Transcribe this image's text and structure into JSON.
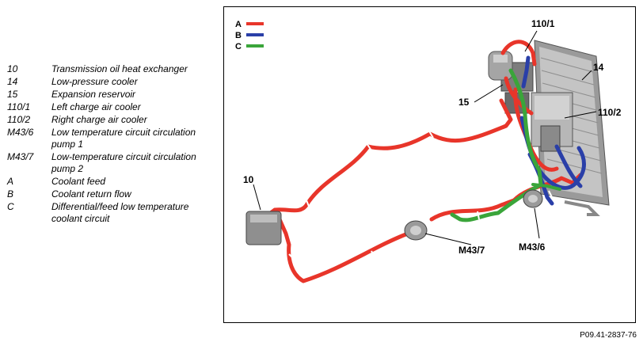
{
  "legend": [
    {
      "code": "10",
      "desc": "Transmission oil heat exchanger"
    },
    {
      "code": "14",
      "desc": "Low-pressure cooler"
    },
    {
      "code": "15",
      "desc": "Expansion reservoir"
    },
    {
      "code": "110/1",
      "desc": "Left charge air cooler"
    },
    {
      "code": "110/2",
      "desc": "Right charge air cooler"
    },
    {
      "code": "M43/6",
      "desc": "Low temperature circuit circulation pump 1"
    },
    {
      "code": "M43/7",
      "desc": "Low-temperature circuit circulation pump 2"
    },
    {
      "code": "A",
      "desc": "Coolant feed"
    },
    {
      "code": "B",
      "desc": "Coolant return flow"
    },
    {
      "code": "C",
      "desc": "Differential/feed low temperature coolant circuit"
    }
  ],
  "diagram": {
    "color_key": [
      {
        "letter": "A",
        "color": "#e8352a"
      },
      {
        "letter": "B",
        "color": "#2a3fa8"
      },
      {
        "letter": "C",
        "color": "#3aa53a"
      }
    ],
    "callouts": {
      "c10": "10",
      "c14": "14",
      "c15": "15",
      "c110_1": "110/1",
      "c110_2": "110/2",
      "cM43_7": "M43/7",
      "cM43_6": "M43/6"
    }
  },
  "reference": "P09.41-2837-76"
}
